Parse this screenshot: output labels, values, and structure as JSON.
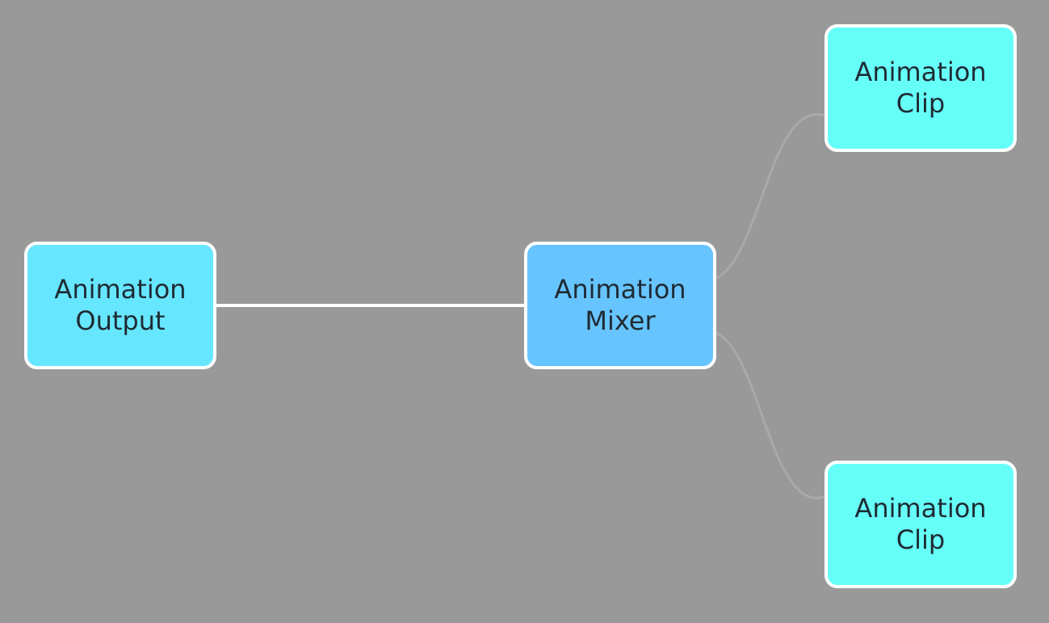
{
  "colors": {
    "background": "#999999",
    "node_border": "#ffffff",
    "node_text": "#1f2a33",
    "edge_active": "#ffffff",
    "edge_inactive": "#a9a9a9"
  },
  "nodes": {
    "output": {
      "line1": "Animation",
      "line2": "Output",
      "color": "#66e6ff"
    },
    "mixer": {
      "line1": "Animation",
      "line2": "Mixer",
      "color": "#66c4ff"
    },
    "clip_1": {
      "line1": "Animation",
      "line2": "Clip",
      "color": "#66fff8"
    },
    "clip_2": {
      "line1": "Animation",
      "line2": "Clip",
      "color": "#66fff8"
    }
  },
  "edges": [
    {
      "from": "output",
      "to": "mixer",
      "active": true
    },
    {
      "from": "mixer",
      "to": "clip_1",
      "active": false
    },
    {
      "from": "mixer",
      "to": "clip_2",
      "active": false
    }
  ]
}
